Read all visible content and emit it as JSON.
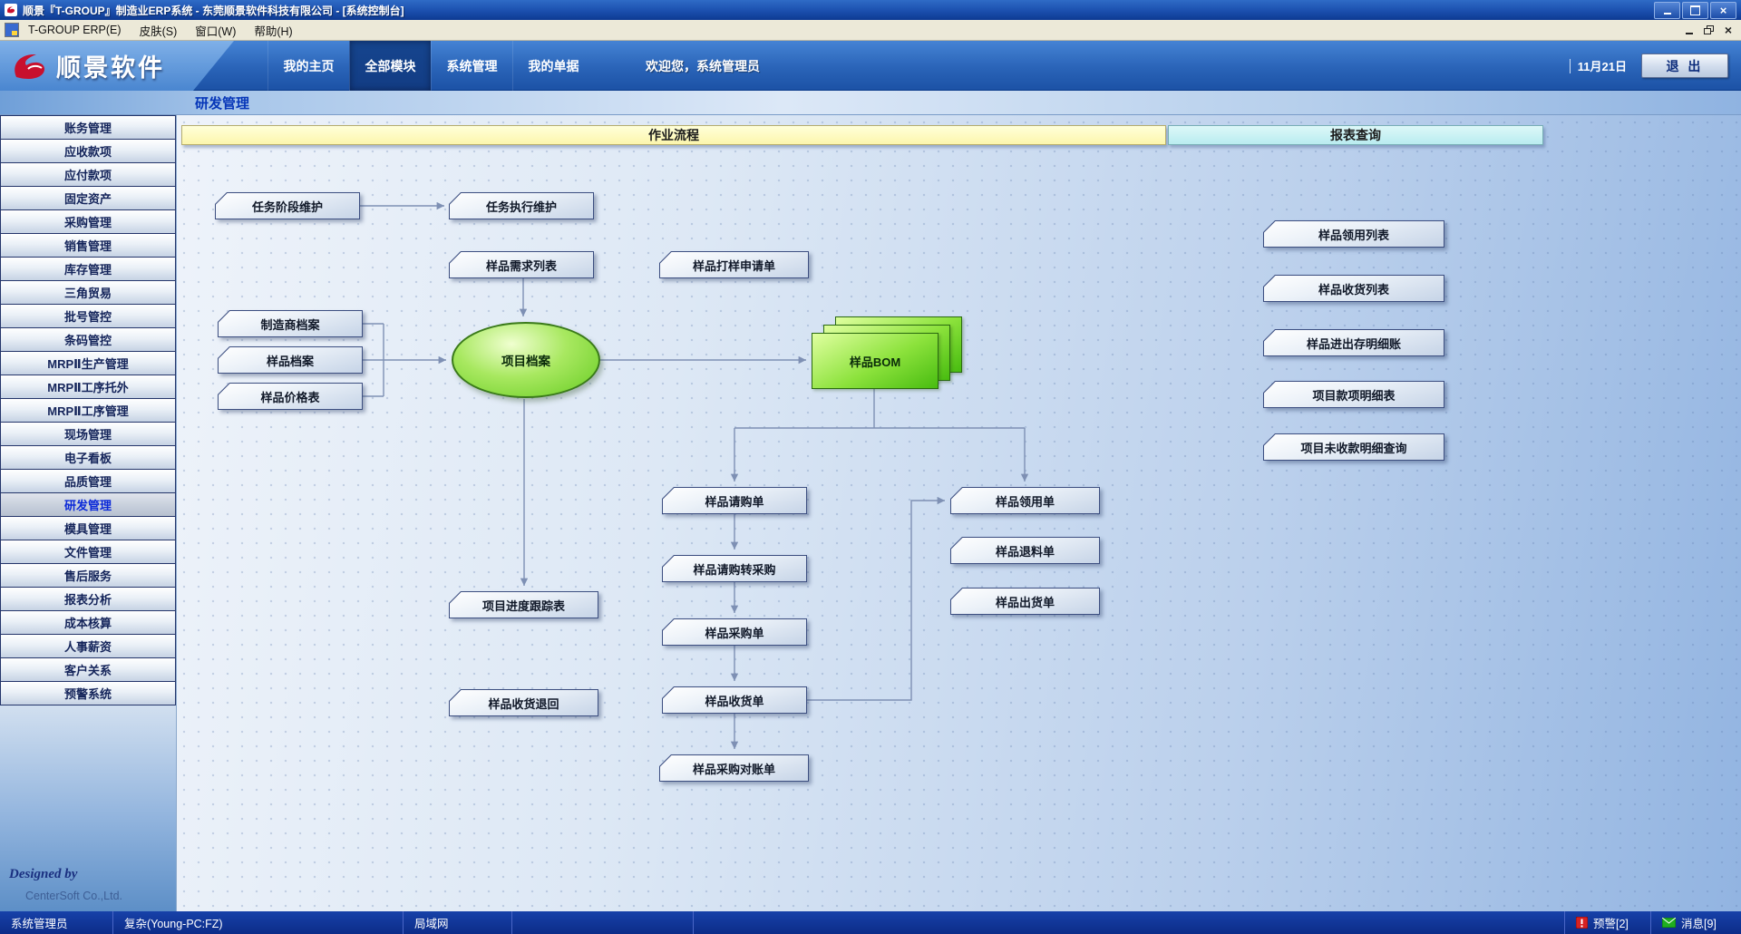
{
  "window": {
    "title": "顺景『T-GROUP』制造业ERP系统 - 东莞顺景软件科技有限公司 - [系统控制台]"
  },
  "icons": {
    "close": "×"
  },
  "menubar": {
    "items": [
      "T-GROUP ERP(E)",
      "皮肤(S)",
      "窗口(W)",
      "帮助(H)"
    ]
  },
  "header": {
    "logo_text": "顺景软件",
    "tabs": [
      "我的主页",
      "全部模块",
      "系统管理",
      "我的单据"
    ],
    "active_tab": "全部模块",
    "welcome": "欢迎您，系统管理员",
    "date": "11月21日",
    "exit_label": "退 出"
  },
  "page": {
    "title": "研发管理"
  },
  "sidebar": {
    "items": [
      "账务管理",
      "应收款项",
      "应付款项",
      "固定资产",
      "采购管理",
      "销售管理",
      "库存管理",
      "三角贸易",
      "批号管控",
      "条码管控",
      "MRPⅡ生产管理",
      "MRPⅡ工序托外",
      "MRPⅡ工序管理",
      "现场管理",
      "电子看板",
      "品质管理",
      "研发管理",
      "模具管理",
      "文件管理",
      "售后服务",
      "报表分析",
      "成本核算",
      "人事薪资",
      "客户关系",
      "预警系统"
    ],
    "selected": "研发管理",
    "designed_by": "Designed by",
    "company": "CenterSoft Co.,Ltd."
  },
  "flow": {
    "sections": {
      "process": "作业流程",
      "reports": "报表查询"
    },
    "nodes": {
      "task_stage": "任务阶段维护",
      "task_exec": "任务执行维护",
      "sample_demand": "样品需求列表",
      "sample_proof": "样品打样申请单",
      "manufacturer": "制造商档案",
      "sample_archive": "样品档案",
      "sample_price": "样品价格表",
      "project_archive": "项目档案",
      "sample_bom": "样品BOM",
      "sample_request": "样品请购单",
      "request_to_purchase": "样品请购转采购",
      "sample_purchase": "样品采购单",
      "sample_receipt": "样品收货单",
      "purchase_recon": "样品采购对账单",
      "progress_track": "项目进度跟踪表",
      "receipt_return": "样品收货退回",
      "sample_issue": "样品领用单",
      "sample_return": "样品退料单",
      "sample_ship": "样品出货单",
      "rpt_issue_list": "样品领用列表",
      "rpt_receipt_list": "样品收货列表",
      "rpt_inout_ledger": "样品进出存明细账",
      "rpt_payment_detail": "项目款项明细表",
      "rpt_unreceived": "项目未收款明细查询"
    }
  },
  "statusbar": {
    "user": "系统管理员",
    "host": "复杂(Young-PC:FZ)",
    "network": "局域网",
    "alerts": "预警[2]",
    "messages": "消息[9]"
  },
  "colors": {
    "titlebar": "#1b4fae",
    "band": "#2a64b8",
    "process_header_bg": "#fcf6ad",
    "reports_header_bg": "#c9f0f4",
    "node_green": "#7ad53d",
    "statusbar_bg": "#0e2f8e"
  }
}
